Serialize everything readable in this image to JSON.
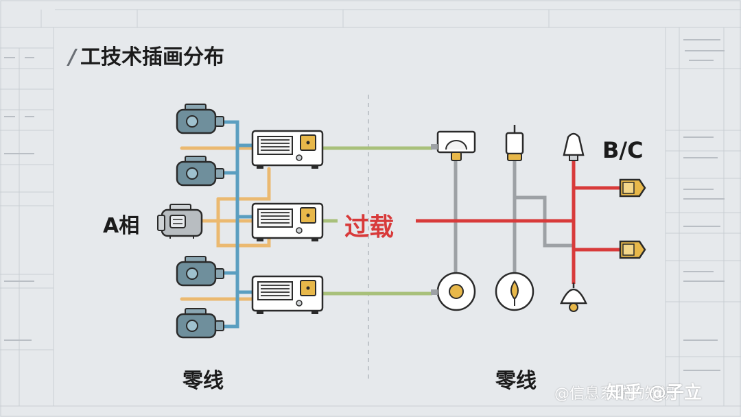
{
  "title": {
    "slash": "/",
    "text": "工技术插画分布"
  },
  "labels": {
    "phase_a": "A相",
    "phase_bc": "B/C",
    "overload": "过载",
    "neutral_left": "零线",
    "neutral_right": "零线"
  },
  "watermark": {
    "prefix": "@信息系统的知识",
    "brand": "知乎 @子立"
  },
  "colors": {
    "background": "#e6e9ec",
    "blue_wire": "#5a9ec0",
    "orange_wire": "#ebb970",
    "green_wire": "#a8c07a",
    "grey_wire": "#9da1a5",
    "red_wire": "#d83a3a",
    "device_body": "#ffffff",
    "motor_body": "#6f8f9c",
    "accent_yellow": "#e8b84a"
  }
}
